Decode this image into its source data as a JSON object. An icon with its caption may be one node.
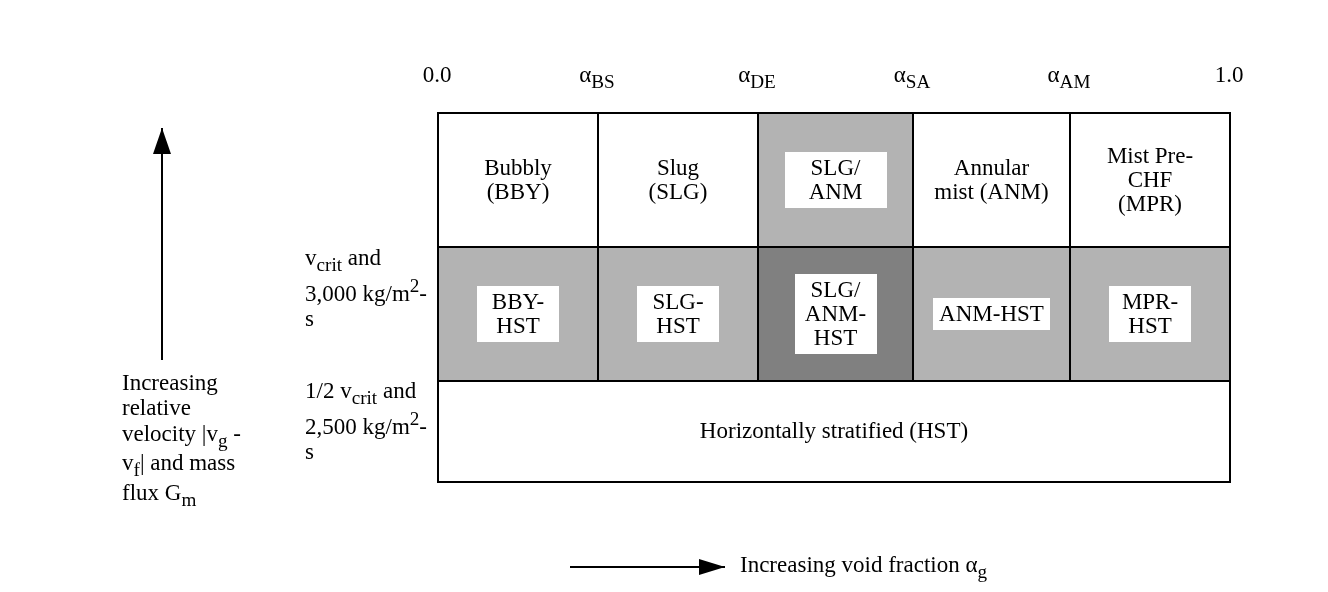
{
  "diagram": {
    "nodes": [
      {
        "text": [
          "Bubbly (BBY)"
        ]
      },
      {
        "text": [
          "Slug (SLG)"
        ]
      },
      {
        "text": [
          "SLG/ ANM"
        ]
      },
      {
        "text": [
          "Annular mist (ANM)"
        ]
      },
      {
        "text": [
          "Mist Pre-CHF (MPR)"
        ]
      },
      {
        "text": [
          "BBY- HST"
        ]
      },
      {
        "text": [
          "SLG- HST"
        ]
      },
      {
        "text": [
          "SLG/ ANM- HST"
        ]
      },
      {
        "text": [
          "ANM-HST"
        ]
      },
      {
        "text": [
          "MPR- HST"
        ]
      },
      {
        "text": [
          "Horizontally stratified (HST)"
        ]
      }
    ],
    "edges": [],
    "labels": [
      "0.0",
      "α$_{BS}$",
      "α$_{DE}$",
      "α$_{SA}$",
      "α$_{AM}$",
      "1.0",
      "v$_{crit}$ and 3,000 kg/m$^{2}$-s",
      "1/2 v$_{crit}$ and 2,500 kg/m$^{2}$-s",
      "Increasing relative velocity |v$_{g}$ - v$_{f}$| and mass flux G$_{m}$",
      "Increasing void fraction α$_{g}$"
    ]
  }
}
